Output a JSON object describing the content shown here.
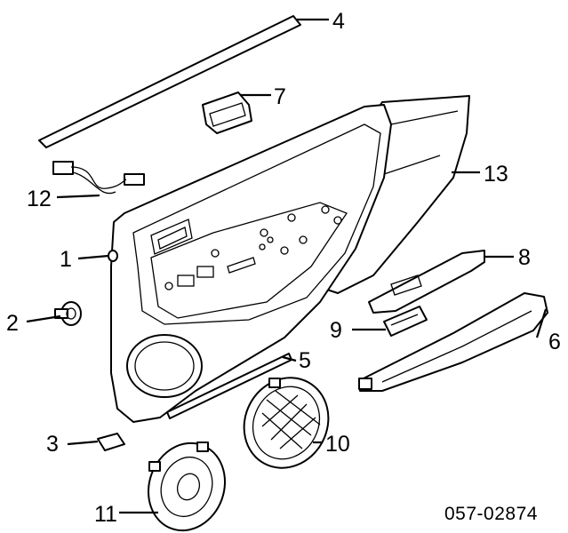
{
  "callouts": {
    "c1": "1",
    "c2": "2",
    "c3": "3",
    "c4": "4",
    "c5": "5",
    "c6": "6",
    "c7": "7",
    "c8": "8",
    "c9": "9",
    "c10": "10",
    "c11": "11",
    "c12": "12",
    "c13": "13"
  },
  "diagram_code": "057-02874"
}
